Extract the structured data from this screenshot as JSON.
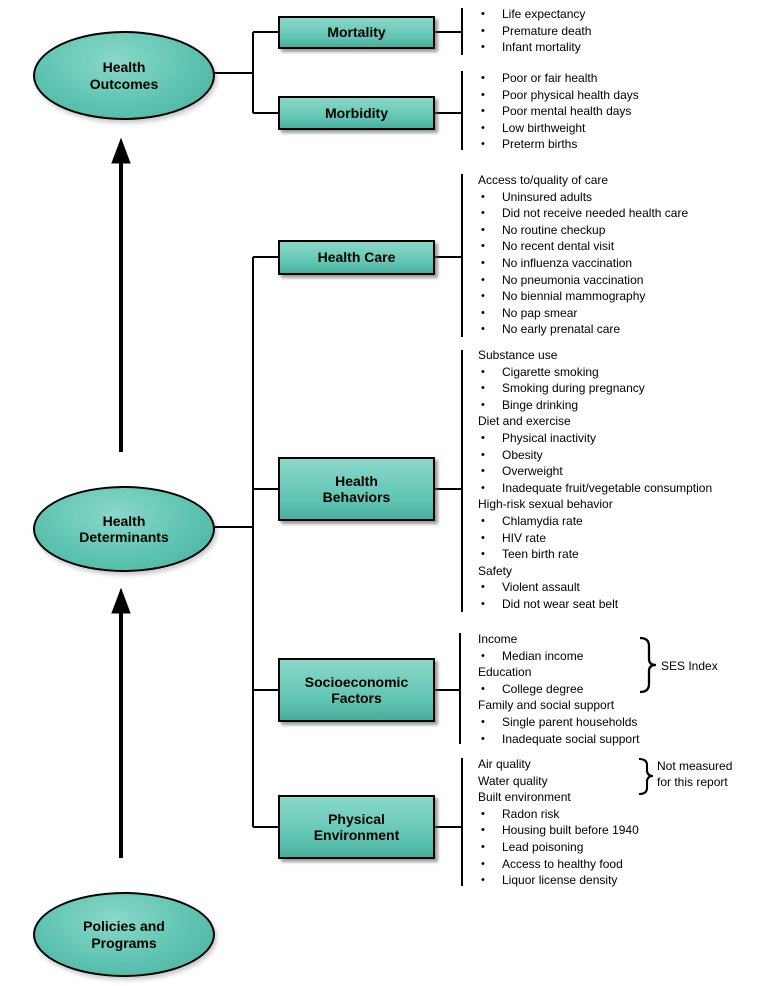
{
  "palette": {
    "shape_fill": "#5ec4b1",
    "shape_fill_light": "#8ad8c8",
    "shape_fill_dark": "#49ad9b",
    "outline": "#000000"
  },
  "ellipses": {
    "outcomes": "Health\nOutcomes",
    "determinants": "Health\nDeterminants",
    "policies": "Policies and\nPrograms"
  },
  "branches": [
    {
      "box": "Mortality",
      "items": [
        {
          "bullet": true,
          "text": "Life expectancy"
        },
        {
          "bullet": true,
          "text": "Premature death"
        },
        {
          "bullet": true,
          "text": "Infant mortality"
        }
      ]
    },
    {
      "box": "Morbidity",
      "items": [
        {
          "bullet": true,
          "text": "Poor or fair health"
        },
        {
          "bullet": true,
          "text": "Poor physical health days"
        },
        {
          "bullet": true,
          "text": "Poor mental health days"
        },
        {
          "bullet": true,
          "text": "Low birthweight"
        },
        {
          "bullet": true,
          "text": "Preterm births"
        }
      ]
    },
    {
      "box": "Health Care",
      "items": [
        {
          "bullet": false,
          "text": "Access to/quality of care"
        },
        {
          "bullet": true,
          "text": "Uninsured adults"
        },
        {
          "bullet": true,
          "text": "Did not receive needed health care"
        },
        {
          "bullet": true,
          "text": "No routine checkup"
        },
        {
          "bullet": true,
          "text": "No recent dental visit"
        },
        {
          "bullet": true,
          "text": "No influenza vaccination"
        },
        {
          "bullet": true,
          "text": "No pneumonia vaccination"
        },
        {
          "bullet": true,
          "text": "No biennial mammography"
        },
        {
          "bullet": true,
          "text": "No pap smear"
        },
        {
          "bullet": true,
          "text": "No early prenatal care"
        }
      ]
    },
    {
      "box": "Health\nBehaviors",
      "items": [
        {
          "bullet": false,
          "text": "Substance use"
        },
        {
          "bullet": true,
          "text": "Cigarette smoking"
        },
        {
          "bullet": true,
          "text": "Smoking during pregnancy"
        },
        {
          "bullet": true,
          "text": "Binge drinking"
        },
        {
          "bullet": false,
          "text": "Diet and exercise"
        },
        {
          "bullet": true,
          "text": "Physical inactivity"
        },
        {
          "bullet": true,
          "text": "Obesity"
        },
        {
          "bullet": true,
          "text": "Overweight"
        },
        {
          "bullet": true,
          "text": "Inadequate fruit/vegetable consumption"
        },
        {
          "bullet": false,
          "text": "High-risk sexual behavior"
        },
        {
          "bullet": true,
          "text": "Chlamydia rate"
        },
        {
          "bullet": true,
          "text": "HIV rate"
        },
        {
          "bullet": true,
          "text": "Teen birth rate"
        },
        {
          "bullet": false,
          "text": "Safety"
        },
        {
          "bullet": true,
          "text": "Violent assault"
        },
        {
          "bullet": true,
          "text": "Did not wear seat belt"
        }
      ]
    },
    {
      "box": "Socioeconomic\nFactors",
      "items": [
        {
          "bullet": false,
          "text": "Income"
        },
        {
          "bullet": true,
          "text": "Median income"
        },
        {
          "bullet": false,
          "text": "Education"
        },
        {
          "bullet": true,
          "text": "College degree"
        },
        {
          "bullet": false,
          "text": "Family and social support"
        },
        {
          "bullet": true,
          "text": "Single parent households"
        },
        {
          "bullet": true,
          "text": "Inadequate social support"
        }
      ]
    },
    {
      "box": "Physical\nEnvironment",
      "items": [
        {
          "bullet": false,
          "text": "Air quality"
        },
        {
          "bullet": false,
          "text": "Water quality"
        },
        {
          "bullet": false,
          "text": "Built environment"
        },
        {
          "bullet": true,
          "text": "Radon risk"
        },
        {
          "bullet": true,
          "text": "Housing built before 1940"
        },
        {
          "bullet": true,
          "text": "Lead poisoning"
        },
        {
          "bullet": true,
          "text": "Access to healthy food"
        },
        {
          "bullet": true,
          "text": "Liquor license density"
        }
      ]
    }
  ],
  "annotations": {
    "ses_index": "SES Index",
    "not_measured": "Not measured\nfor this report"
  }
}
